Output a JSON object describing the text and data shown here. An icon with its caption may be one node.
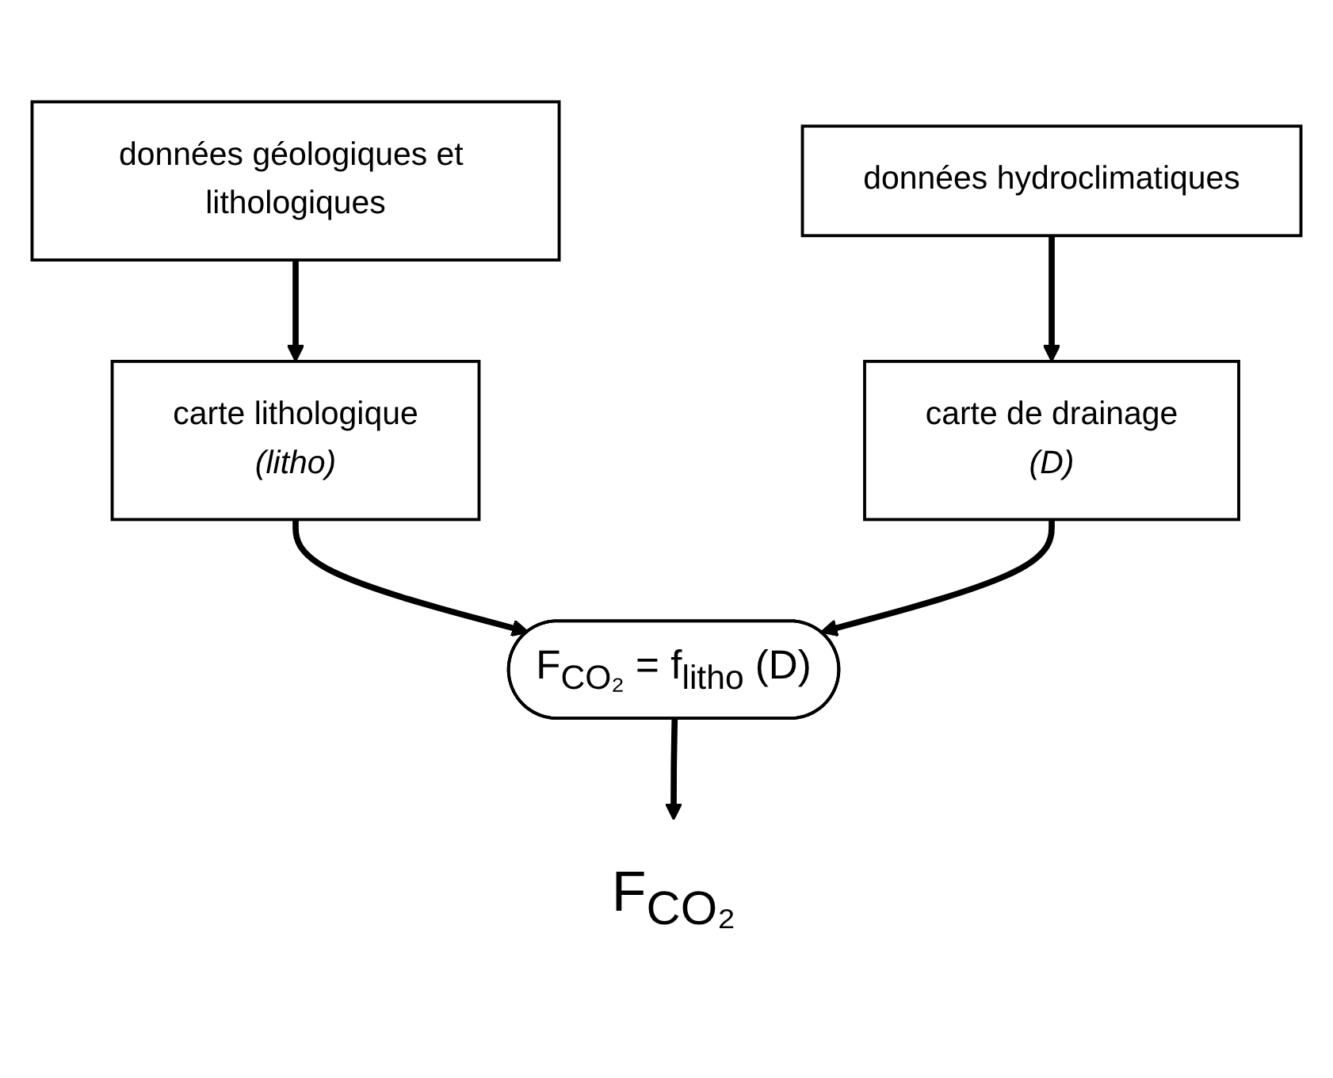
{
  "diagram": {
    "nodes": [
      {
        "text": [
          "données géologiques et lithologiques"
        ]
      },
      {
        "text": [
          "données hydroclimatiques"
        ]
      },
      {
        "text": [
          "carte lithologique",
          "(litho)"
        ]
      },
      {
        "text": [
          "carte de drainage",
          "(D)"
        ]
      },
      {
        "text": [
          "F$_{CO₂}$ = f$_{litho}$ (D)"
        ]
      },
      {
        "text": [
          "F$_{CO₂}$"
        ]
      }
    ],
    "edges": [
      {
        "from": 0,
        "to": 2,
        "arrow": "to"
      },
      {
        "from": 1,
        "to": 3,
        "arrow": "to"
      },
      {
        "from": 2,
        "to": 4,
        "arrow": "to"
      },
      {
        "from": 3,
        "to": 4,
        "arrow": "to"
      },
      {
        "from": 4,
        "to": 5,
        "arrow": "to"
      }
    ]
  }
}
